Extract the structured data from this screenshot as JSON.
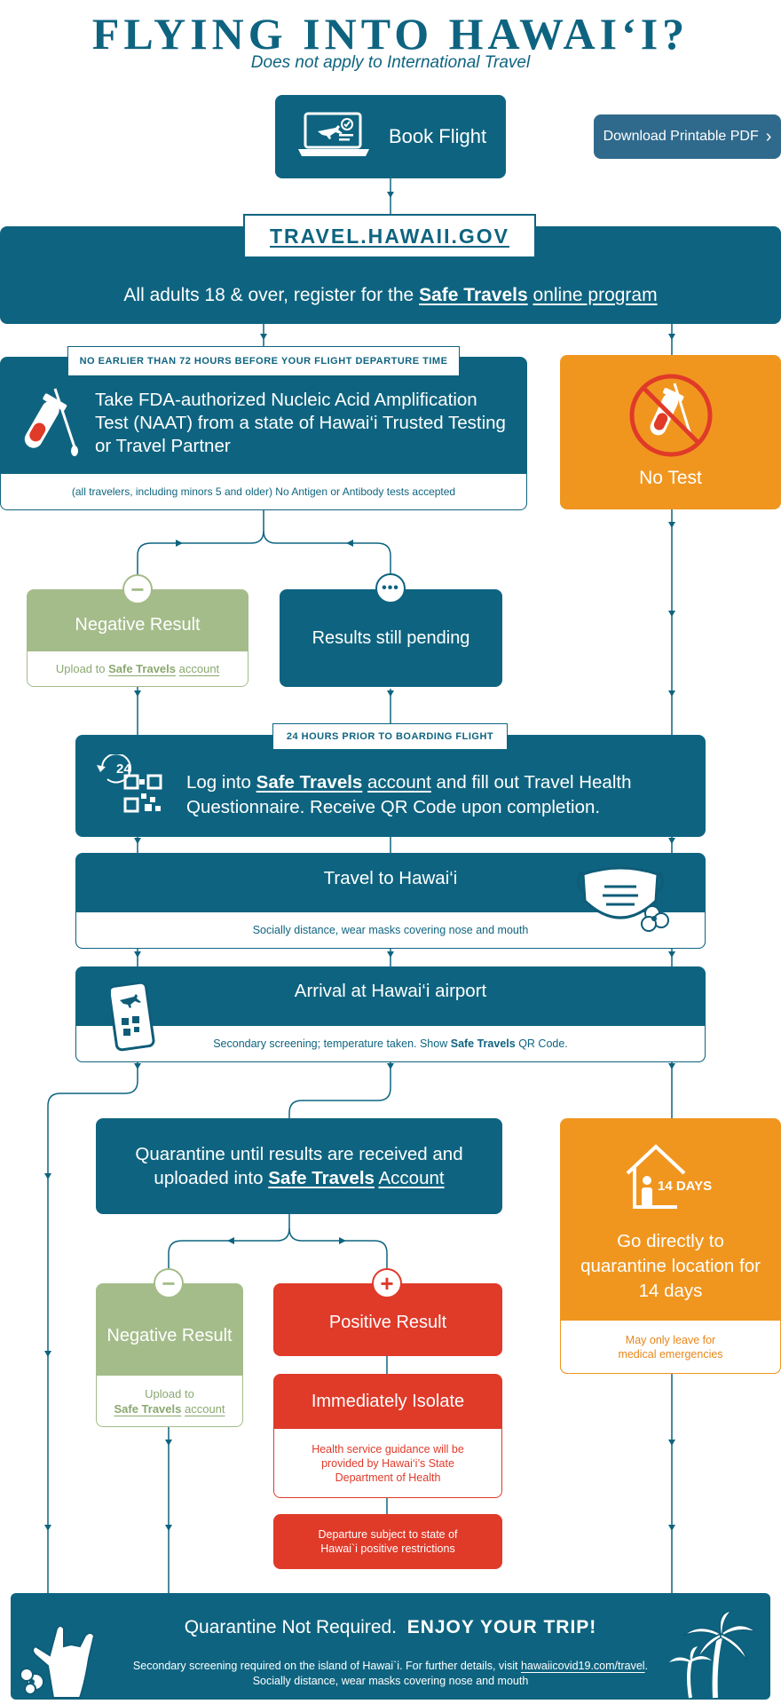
{
  "header": {
    "title": "FLYING INTO HAWAI‘I?",
    "subtitle": "Does not apply to International Travel"
  },
  "pdf_button": {
    "label": "Download Printable PDF",
    "chevron": "›"
  },
  "book_flight": {
    "label": "Book Flight"
  },
  "travel_gov": {
    "site": "TRAVEL.HAWAII.GOV",
    "text_pre": "All adults 18 & over, register for the",
    "brand": "Safe Travels",
    "text_post": "online program"
  },
  "naat": {
    "tag": "NO EARLIER THAN 72 HOURS BEFORE YOUR FLIGHT DEPARTURE TIME",
    "text": "Take FDA-authorized Nucleic Acid Amplification Test (NAAT) from a state of Hawai‘i Trusted Testing or Travel Partner",
    "note": "(all travelers, including minors 5 and older) No Antigen or Antibody tests accepted"
  },
  "no_test": {
    "label": "No Test"
  },
  "negative_1": {
    "label": "Negative Result",
    "upload_pre": "Upload to",
    "brand": "Safe Travels",
    "upload_post": "account"
  },
  "pending": {
    "label": "Results still pending"
  },
  "questionnaire": {
    "tag": "24 HOURS PRIOR TO BOARDING FLIGHT",
    "badge": "24",
    "text_pre": "Log into",
    "brand": "Safe Travels",
    "text_mid": "account",
    "text_post": "and fill out Travel Health Questionnaire. Receive QR Code upon completion."
  },
  "travel": {
    "label": "Travel to Hawai‘i",
    "note": "Socially distance, wear masks covering nose and mouth"
  },
  "arrival": {
    "label": "Arrival at Hawai‘i airport",
    "note_pre": "Secondary screening; temperature taken. Show",
    "brand": "Safe Travels",
    "note_post": "QR Code."
  },
  "quarantine_results": {
    "text_pre": "Quarantine until results are received and uploaded into",
    "brand": "Safe Travels",
    "text_post": "Account"
  },
  "negative_2": {
    "label": "Negative Result",
    "upload_pre": "Upload to",
    "brand": "Safe Travels",
    "upload_post": "account"
  },
  "positive": {
    "label": "Positive Result"
  },
  "isolate": {
    "label": "Immediately Isolate",
    "note": "Health service guidance will be provided by Hawai‘i’s State Department of Health"
  },
  "departure": {
    "note": "Departure subject to state of Hawai`i positive restrictions"
  },
  "quarantine14": {
    "badge": "14 DAYS",
    "label": "Go directly to quarantine location for 14 days",
    "note": "May only leave for medical emergencies"
  },
  "enjoy": {
    "text": "Quarantine Not Required.",
    "emph": "ENJOY YOUR TRIP!",
    "note_pre": "Secondary screening required on the island of Hawai`i. For further details, visit",
    "link": "hawaiicovid19.com/travel",
    "note_post": ".",
    "note2": "Socially distance, wear masks covering nose and mouth"
  },
  "icons": [
    "laptop-plane-icon",
    "test-tube-icon",
    "no-test-icon",
    "minus-icon",
    "pending-icon",
    "qr-code-icon",
    "mask-icon",
    "phone-boarding-pass-icon",
    "plus-icon",
    "house-icon",
    "shaka-hand-icon",
    "palm-tree-icon"
  ],
  "colors": {
    "teal": "#0e6480",
    "orange": "#f0961f",
    "green": "#a4bc8a",
    "red": "#e03a29",
    "pdf_button": "#2f6a8c"
  }
}
